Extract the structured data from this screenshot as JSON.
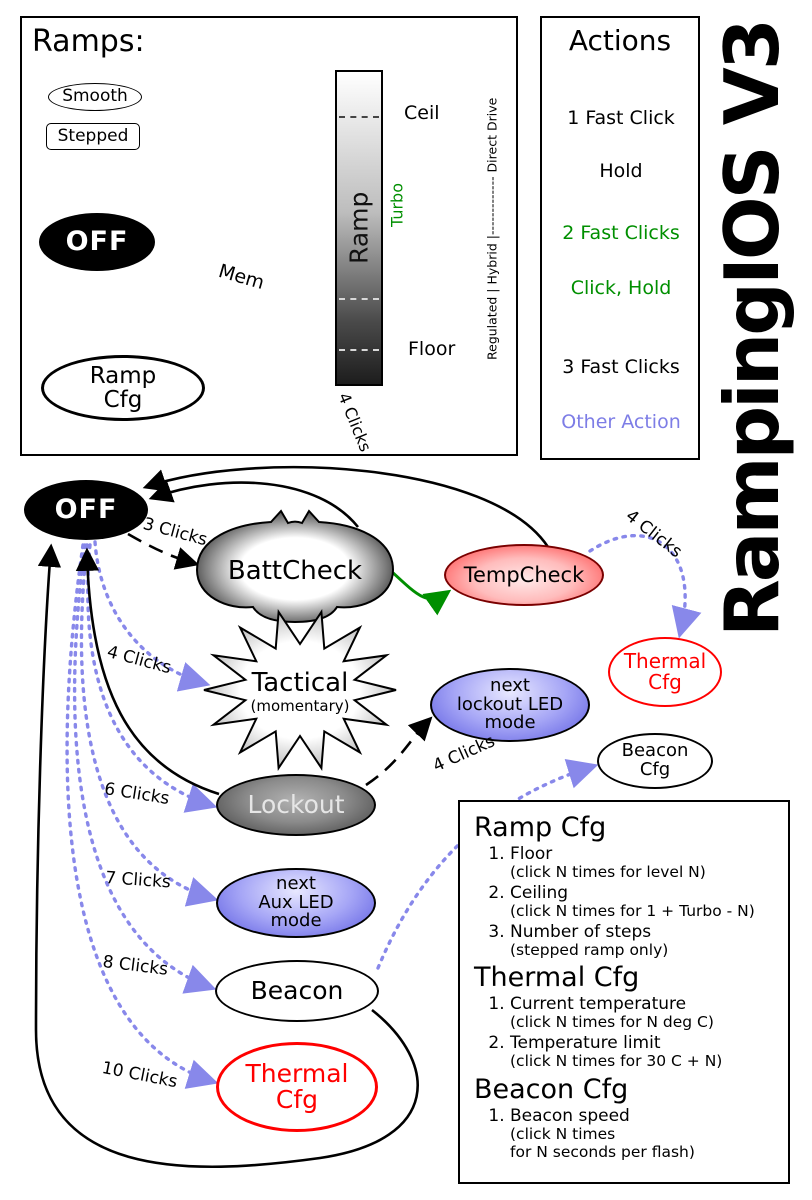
{
  "title": {
    "vertical": "RampingIOS V3"
  },
  "colors": {
    "green": "#008f00",
    "blue_dotted": "#8888ea",
    "red": "#ff0000",
    "black": "#000000",
    "blue_fill": "#7b7bf0"
  },
  "ramps": {
    "title": "Ramps:",
    "smooth": "Smooth",
    "stepped": "Stepped",
    "off": "OFF",
    "ramp": "Ramp",
    "ceil": "Ceil",
    "floor": "Floor",
    "turbo": "Turbo",
    "mem": "Mem",
    "drive_scale": "Regulated | Hybrid |------------- Direct Drive",
    "ramp_cfg": {
      "line1": "Ramp",
      "line2": "Cfg"
    },
    "four_clicks": "4 Clicks"
  },
  "actions": {
    "title": "Actions",
    "items": [
      {
        "label": "1 Fast Click"
      },
      {
        "label": "Hold"
      },
      {
        "label": "2 Fast Clicks"
      },
      {
        "label": "Click, Hold"
      },
      {
        "label": "3 Fast Clicks"
      },
      {
        "label": "Other Action"
      }
    ]
  },
  "main": {
    "off": "OFF",
    "battcheck": "BattCheck",
    "tempcheck": "TempCheck",
    "thermal_cfg_right": {
      "line1": "Thermal",
      "line2": "Cfg"
    },
    "tactical": {
      "line1": "Tactical",
      "line2": "(momentary)"
    },
    "lockout_led": {
      "line1": "next",
      "line2": "lockout LED",
      "line3": "mode"
    },
    "beacon_cfg": {
      "line1": "Beacon",
      "line2": "Cfg"
    },
    "lockout": "Lockout",
    "aux_led": {
      "line1": "next",
      "line2": "Aux LED",
      "line3": "mode"
    },
    "beacon": "Beacon",
    "thermal_cfg_bottom": {
      "line1": "Thermal",
      "line2": "Cfg"
    },
    "labels": {
      "clicks3": "3 Clicks",
      "clicks4_tactical": "4 Clicks",
      "clicks6": "6 Clicks",
      "clicks7": "7 Clicks",
      "clicks8": "8 Clicks",
      "clicks10": "10 Clicks",
      "clicks4_thermal": "4 Clicks",
      "clicks4_beacon": "4 Clicks"
    }
  },
  "cfg": {
    "sections": [
      {
        "heading": "Ramp Cfg",
        "items": [
          {
            "line": "Floor",
            "sub": "(click N times for level N)"
          },
          {
            "line": "Ceiling",
            "sub": "(click N times for 1 + Turbo - N)"
          },
          {
            "line": "Number of steps",
            "sub": "(stepped ramp only)"
          }
        ]
      },
      {
        "heading": "Thermal Cfg",
        "items": [
          {
            "line": "Current temperature",
            "sub": "(click N times for N deg C)"
          },
          {
            "line": "Temperature limit",
            "sub": "(click N times for 30 C + N)"
          }
        ]
      },
      {
        "heading": "Beacon Cfg",
        "items": [
          {
            "line": "Beacon speed",
            "sub": "(click N times\nfor N seconds per flash)"
          }
        ]
      }
    ]
  }
}
